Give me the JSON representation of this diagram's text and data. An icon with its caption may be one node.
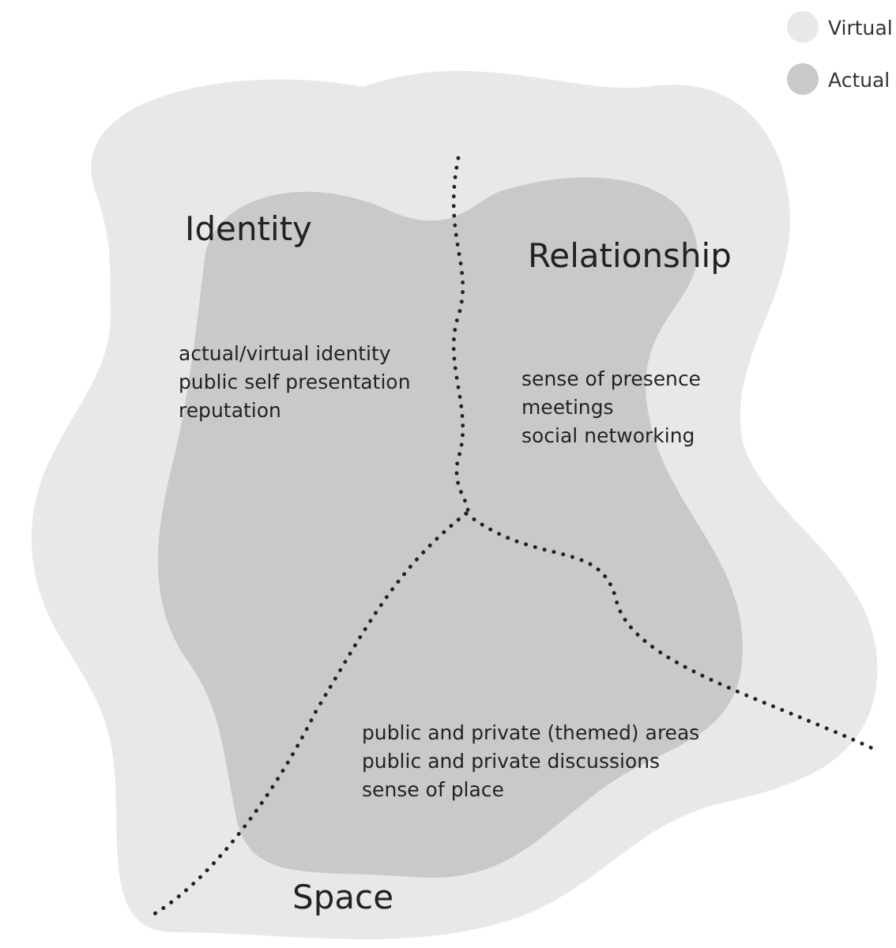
{
  "diagram": {
    "labels": [
      "Identity",
      "Relationship",
      "actual/virtual identity",
      "public self presentation",
      "reputation",
      "sense of presence",
      "meetings",
      "social networking",
      "public and private (themed) areas",
      "public and private discussions",
      "sense of place",
      "Space"
    ],
    "legend": [
      {
        "text": "Virtual",
        "color": "#e8e8e8"
      },
      {
        "text": "Actual",
        "color": "#c9c9c9"
      }
    ]
  }
}
